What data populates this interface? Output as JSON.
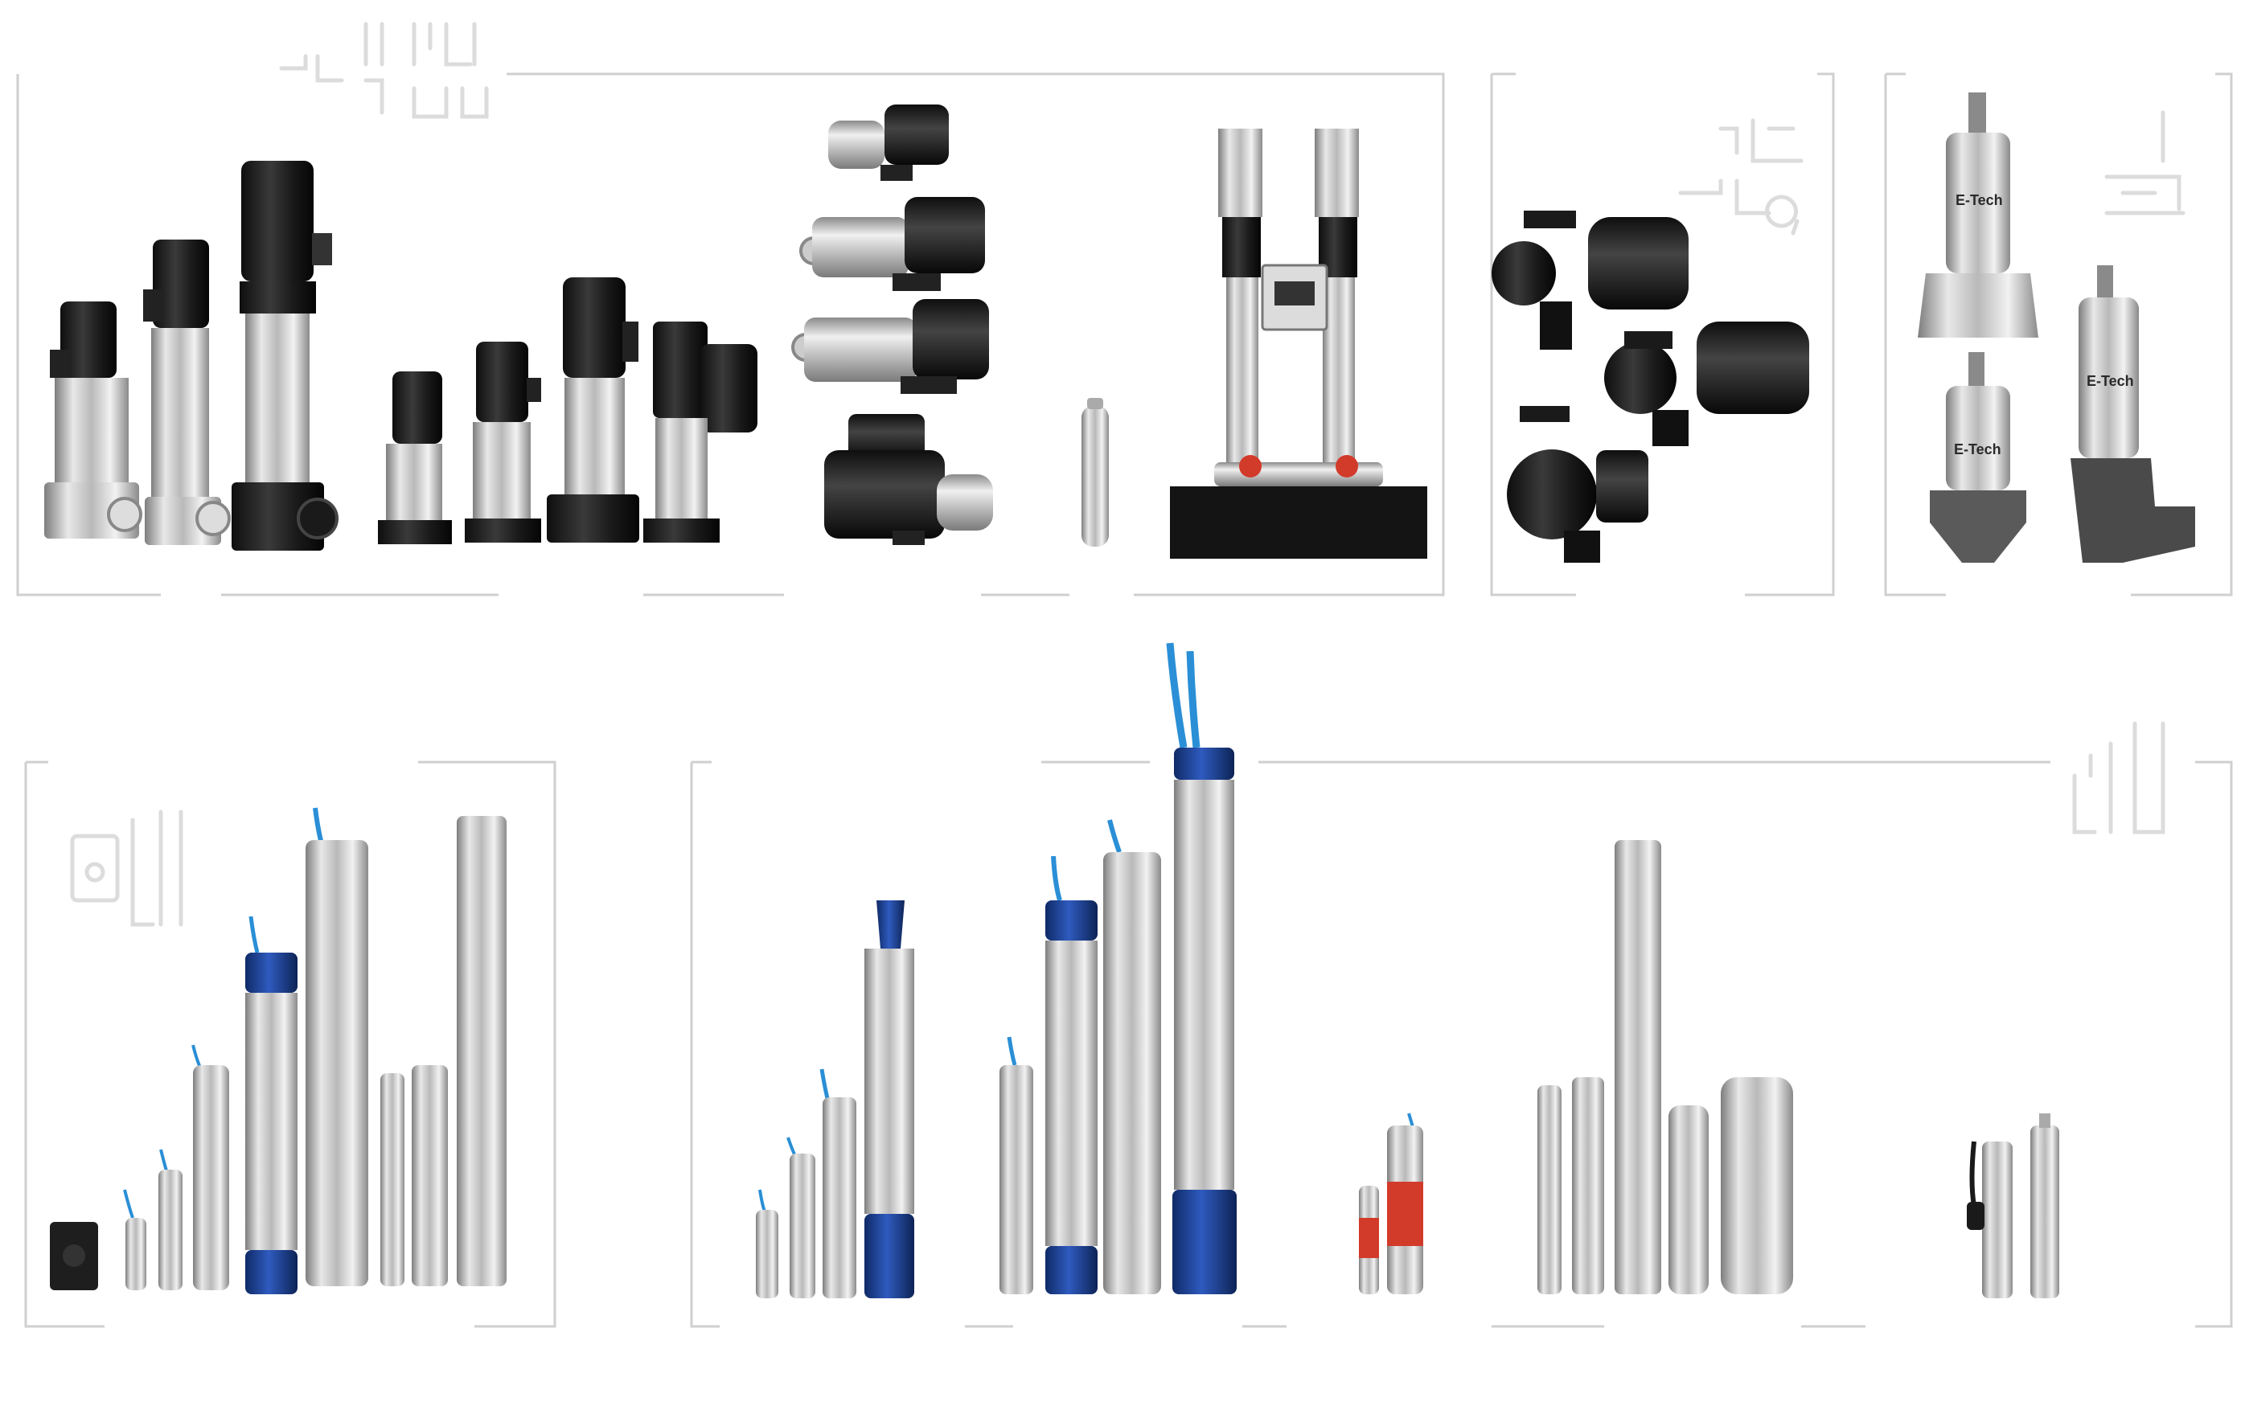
{
  "brand": {
    "label": "E-Tech",
    "color": "#2a2a2a"
  },
  "colors": {
    "steel_light": "#e8e8e8",
    "steel_mid": "#b9b9b9",
    "steel_dark": "#7d7d7d",
    "motor_black": "#1c1c1c",
    "motor_blue": "#1c3f8f",
    "cable_blue": "#2a8fd6",
    "red_accent": "#d23a2a",
    "frame_line": "#c9c9c9",
    "embossed_glyph": "#e9e9e9"
  },
  "panels": [
    {
      "id": "vertical-multistage",
      "icon": "vertical-multistage-pump-icon"
    },
    {
      "id": "end-suction",
      "icon": "end-suction-pump-icon"
    },
    {
      "id": "drainage",
      "icon": "drainage-pump-icon"
    },
    {
      "id": "submersible-4in",
      "icon": "submersible-4in-pump-icon"
    },
    {
      "id": "submersible-6-8in",
      "icon": "submersible-deep-well-pump-icon"
    }
  ]
}
